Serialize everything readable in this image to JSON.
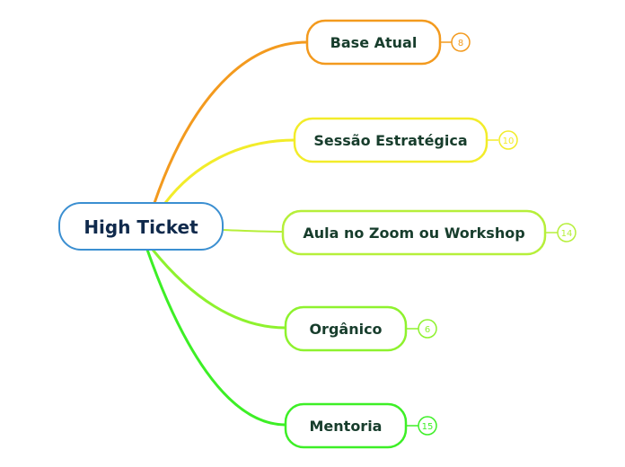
{
  "central": {
    "label": "High Ticket",
    "border_color": "#3b8fd1",
    "text_color": "#102a4c"
  },
  "branches": [
    {
      "label": "Base Atual",
      "count": "8",
      "color": "#f39a1e"
    },
    {
      "label": "Sessão Estratégica",
      "count": "10",
      "color": "#f2ec2a"
    },
    {
      "label": "Aula no Zoom ou Workshop",
      "count": "14",
      "color": "#b6ef3a"
    },
    {
      "label": "Orgânico",
      "count": "6",
      "color": "#8ef22e"
    },
    {
      "label": "Mentoria",
      "count": "15",
      "color": "#3def26"
    }
  ],
  "branch_text_color": "#173d2c"
}
